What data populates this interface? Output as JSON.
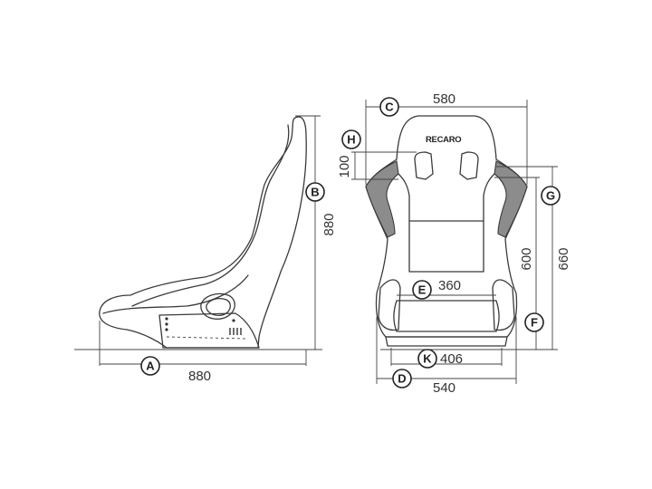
{
  "brand": {
    "logo_text": "RECARO"
  },
  "dimensions": {
    "A": {
      "letter": "A",
      "value": "880"
    },
    "B": {
      "letter": "B",
      "value": "880"
    },
    "C": {
      "letter": "C",
      "value": "580"
    },
    "D": {
      "letter": "D",
      "value": "540"
    },
    "E": {
      "letter": "E",
      "value": "360"
    },
    "F": {
      "letter": "F",
      "value": "600"
    },
    "G": {
      "letter": "G",
      "value": "660"
    },
    "H": {
      "letter": "H",
      "value": "100"
    },
    "K": {
      "letter": "K",
      "value": "406"
    }
  },
  "colors": {
    "line": "#3a3a3a",
    "bolster": "#8c8c8c"
  }
}
